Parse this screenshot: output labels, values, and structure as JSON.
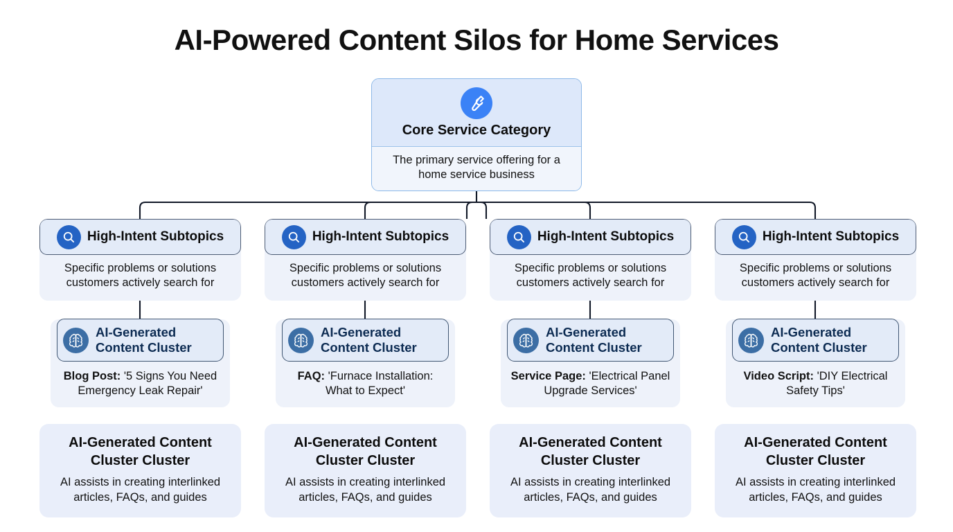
{
  "title": "AI-Powered Content Silos for Home Services",
  "colors": {
    "background": "#ffffff",
    "root_icon_circle": "#3b82f6",
    "level2_icon_circle": "#2463c4",
    "level3_icon_circle": "#3c6ea5",
    "root_header_fill": "#dde8fa",
    "root_border": "#8cb8e8",
    "card_fill": "#eef2fa",
    "bottom_card_fill": "#e9eefa",
    "connector": "#111827",
    "level3_title_text": "#0c2b52",
    "body_text": "#111111"
  },
  "root": {
    "icon": "wrench-icon",
    "title": "Core Service Category",
    "description": "The primary service offering for a home service business"
  },
  "columns": [
    {
      "level2": {
        "icon": "search-icon",
        "title": "High-Intent Subtopics",
        "description": "Specific problems or solutions customers actively search for"
      },
      "level3": {
        "icon": "brain-icon",
        "title": "AI-Generated Content Cluster",
        "label": "Blog Post:",
        "example": "'5 Signs You Need Emergency Leak Repair'"
      },
      "level4": {
        "title": "AI-Generated Content Cluster Cluster",
        "description": "AI assists in creating interlinked articles, FAQs, and guides"
      }
    },
    {
      "level2": {
        "icon": "search-icon",
        "title": "High-Intent Subtopics",
        "description": "Specific problems or solutions customers actively search for"
      },
      "level3": {
        "icon": "brain-icon",
        "title": "AI-Generated Content Cluster",
        "label": "FAQ:",
        "example": "'Furnace Installation: What to Expect'"
      },
      "level4": {
        "title": "AI-Generated Content Cluster Cluster",
        "description": "AI assists in creating interlinked articles, FAQs, and guides"
      }
    },
    {
      "level2": {
        "icon": "search-icon",
        "title": "High-Intent Subtopics",
        "description": "Specific problems or solutions customers actively search for"
      },
      "level3": {
        "icon": "brain-icon",
        "title": "AI-Generated Content Cluster",
        "label": "Service Page:",
        "example": "'Electrical Panel Upgrade Services'"
      },
      "level4": {
        "title": "AI-Generated Content Cluster Cluster",
        "description": "AI assists in creating interlinked articles, FAQs, and guides"
      }
    },
    {
      "level2": {
        "icon": "search-icon",
        "title": "High-Intent Subtopics",
        "description": "Specific problems or solutions customers actively search for"
      },
      "level3": {
        "icon": "brain-icon",
        "title": "AI-Generated Content Cluster",
        "label": "Video Script:",
        "example": "'DIY Electrical Safety Tips'"
      },
      "level4": {
        "title": "AI-Generated Content Cluster Cluster",
        "description": "AI assists in creating interlinked articles, FAQs, and guides"
      }
    }
  ]
}
